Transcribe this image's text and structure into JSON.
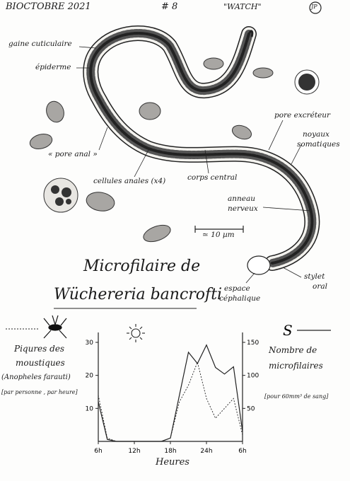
{
  "header": {
    "date": "BIOCTOBRE 2021",
    "number": "# 8",
    "theme": "\"WATCH\"",
    "initials": "JP"
  },
  "labels": {
    "gaine": "gaine cuticulaire",
    "epiderme": "épiderme",
    "pore_anal": "« pore anal »",
    "cellules": "cellules anales (x4)",
    "corps": "corps central",
    "pore_excreteur": "pore excréteur",
    "noyaux_1": "noyaux",
    "noyaux_2": "somatiques",
    "anneau_1": "anneau",
    "anneau_2": "nerveux",
    "espace_1": "espace",
    "espace_2": "céphalique",
    "stylet_1": "stylet",
    "stylet_2": "oral",
    "scale": "≃ 10 µm"
  },
  "title": {
    "line1": "Microfilaire de",
    "line2": "Wüchereria bancrofti"
  },
  "legend_left": {
    "line1": "Piqures des",
    "line2": "moustiques",
    "line3": "(Anopheles farauti)",
    "line4": "[par personne , par heure]"
  },
  "legend_right": {
    "line1": "Nombre de",
    "line2": "microfilaires",
    "line3": "[pour 60mm³ de sang]"
  },
  "icons": {
    "sun": "sun-icon",
    "moon": "moon-icon",
    "mosquito": "mosquito-icon"
  },
  "chart_data": {
    "type": "line",
    "xlabel": "Heures",
    "x_ticks": [
      "6h",
      "12h",
      "18h",
      "24h",
      "6h"
    ],
    "x": [
      0,
      1.5,
      3,
      4.5,
      6,
      7.5,
      9,
      10.5,
      12,
      13.5,
      15,
      16.5,
      18,
      19.5,
      21,
      22.5,
      24
    ],
    "left_axis": {
      "ticks": [
        10,
        20,
        30
      ],
      "ylim": [
        0,
        33
      ]
    },
    "right_axis": {
      "ticks": [
        50,
        100,
        150
      ],
      "ylim": [
        0,
        165
      ]
    },
    "series": [
      {
        "axis": "right",
        "style": "solid",
        "values": [
          60,
          3,
          0,
          0,
          0,
          0,
          0,
          0,
          5,
          70,
          135,
          118,
          146,
          112,
          102,
          113,
          15
        ]
      },
      {
        "axis": "left",
        "style": "dashed",
        "values": [
          14,
          1,
          0,
          0,
          0,
          0,
          0,
          0,
          1,
          12,
          17,
          24,
          13,
          7,
          10,
          13,
          2
        ]
      }
    ]
  }
}
